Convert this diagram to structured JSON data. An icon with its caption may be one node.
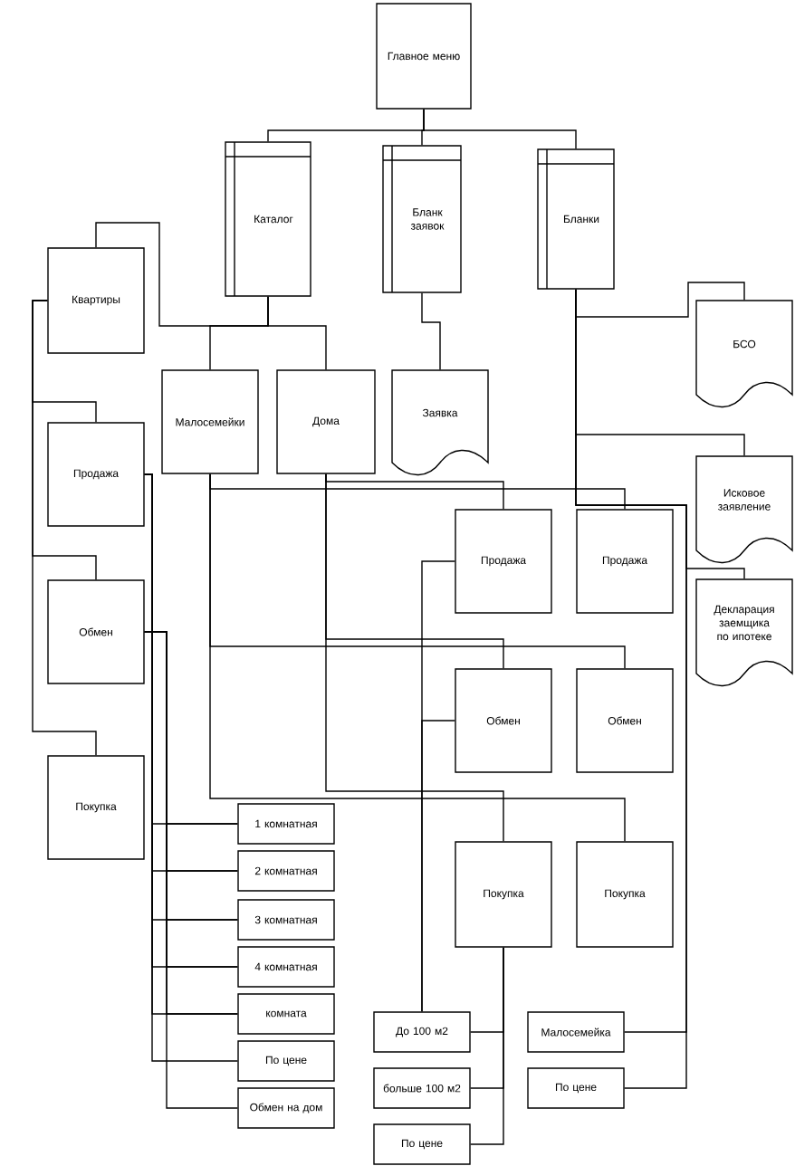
{
  "diagram": {
    "nodes": [
      {
        "text": [
          "Главное меню"
        ]
      },
      {
        "text": [
          "Каталог"
        ]
      },
      {
        "text": [
          "Бланк заявок"
        ]
      },
      {
        "text": [
          "Бланки"
        ]
      },
      {
        "text": [
          "Квартиры"
        ]
      },
      {
        "text": [
          "БСО"
        ]
      },
      {
        "text": [
          "Малосемейки"
        ]
      },
      {
        "text": [
          "Дома"
        ]
      },
      {
        "text": [
          "Заявка"
        ]
      },
      {
        "text": [
          "Исковое заявление"
        ]
      },
      {
        "text": [
          "Продажа"
        ]
      },
      {
        "text": [
          "Продажа"
        ]
      },
      {
        "text": [
          "Продажа"
        ]
      },
      {
        "text": [
          "Декларация заемщика по ипотеке"
        ]
      },
      {
        "text": [
          "Обмен"
        ]
      },
      {
        "text": [
          "Обмен"
        ]
      },
      {
        "text": [
          "Обмен"
        ]
      },
      {
        "text": [
          "Покупка"
        ]
      },
      {
        "text": [
          "1 комнатная"
        ]
      },
      {
        "text": [
          "Покупка"
        ]
      },
      {
        "text": [
          "Покупка"
        ]
      },
      {
        "text": [
          "2 комнатная"
        ]
      },
      {
        "text": [
          "3 комнатная"
        ]
      },
      {
        "text": [
          "4 комнатная"
        ]
      },
      {
        "text": [
          "комната"
        ]
      },
      {
        "text": [
          "До 100 м2"
        ]
      },
      {
        "text": [
          "Малосемейка"
        ]
      },
      {
        "text": [
          "По цене"
        ]
      },
      {
        "text": [
          "больше 100 м2"
        ]
      },
      {
        "text": [
          "По цене"
        ]
      },
      {
        "text": [
          "Обмен на дом"
        ]
      },
      {
        "text": [
          "По цене"
        ]
      }
    ],
    "edges": [
      {
        "from": 0,
        "to": 1,
        "arrow": "none"
      },
      {
        "from": 0,
        "to": 2,
        "arrow": "none"
      },
      {
        "from": 0,
        "to": 3,
        "arrow": "none"
      },
      {
        "from": 1,
        "to": 4,
        "arrow": "none"
      },
      {
        "from": 1,
        "to": 6,
        "arrow": "none"
      },
      {
        "from": 1,
        "to": 7,
        "arrow": "none"
      },
      {
        "from": 2,
        "to": 8,
        "arrow": "none"
      },
      {
        "from": 3,
        "to": 5,
        "arrow": "none"
      },
      {
        "from": 3,
        "to": 9,
        "arrow": "none"
      },
      {
        "from": 3,
        "to": 13,
        "arrow": "none"
      },
      {
        "from": 3,
        "to": 26,
        "arrow": "none"
      },
      {
        "from": 3,
        "to": 29,
        "arrow": "none"
      },
      {
        "from": 4,
        "to": 10,
        "arrow": "none"
      },
      {
        "from": 4,
        "to": 14,
        "arrow": "none"
      },
      {
        "from": 4,
        "to": 17,
        "arrow": "none"
      },
      {
        "from": 7,
        "to": 11,
        "arrow": "none"
      },
      {
        "from": 7,
        "to": 15,
        "arrow": "none"
      },
      {
        "from": 7,
        "to": 19,
        "arrow": "none"
      },
      {
        "from": 6,
        "to": 12,
        "arrow": "none"
      },
      {
        "from": 6,
        "to": 16,
        "arrow": "none"
      },
      {
        "from": 6,
        "to": 20,
        "arrow": "none"
      },
      {
        "from": 11,
        "to": 25,
        "arrow": "none"
      },
      {
        "from": 15,
        "to": 25,
        "arrow": "none"
      },
      {
        "from": 19,
        "to": 25,
        "arrow": "none"
      },
      {
        "from": 19,
        "to": 28,
        "arrow": "none"
      },
      {
        "from": 19,
        "to": 31,
        "arrow": "none"
      },
      {
        "from": 10,
        "to": 18,
        "arrow": "none"
      },
      {
        "from": 10,
        "to": 21,
        "arrow": "none"
      },
      {
        "from": 10,
        "to": 22,
        "arrow": "none"
      },
      {
        "from": 10,
        "to": 23,
        "arrow": "none"
      },
      {
        "from": 10,
        "to": 24,
        "arrow": "none"
      },
      {
        "from": 10,
        "to": 27,
        "arrow": "none"
      },
      {
        "from": 14,
        "to": 18,
        "arrow": "none"
      },
      {
        "from": 14,
        "to": 21,
        "arrow": "none"
      },
      {
        "from": 14,
        "to": 22,
        "arrow": "none"
      },
      {
        "from": 14,
        "to": 23,
        "arrow": "none"
      },
      {
        "from": 14,
        "to": 24,
        "arrow": "none"
      },
      {
        "from": 14,
        "to": 30,
        "arrow": "none"
      }
    ]
  }
}
